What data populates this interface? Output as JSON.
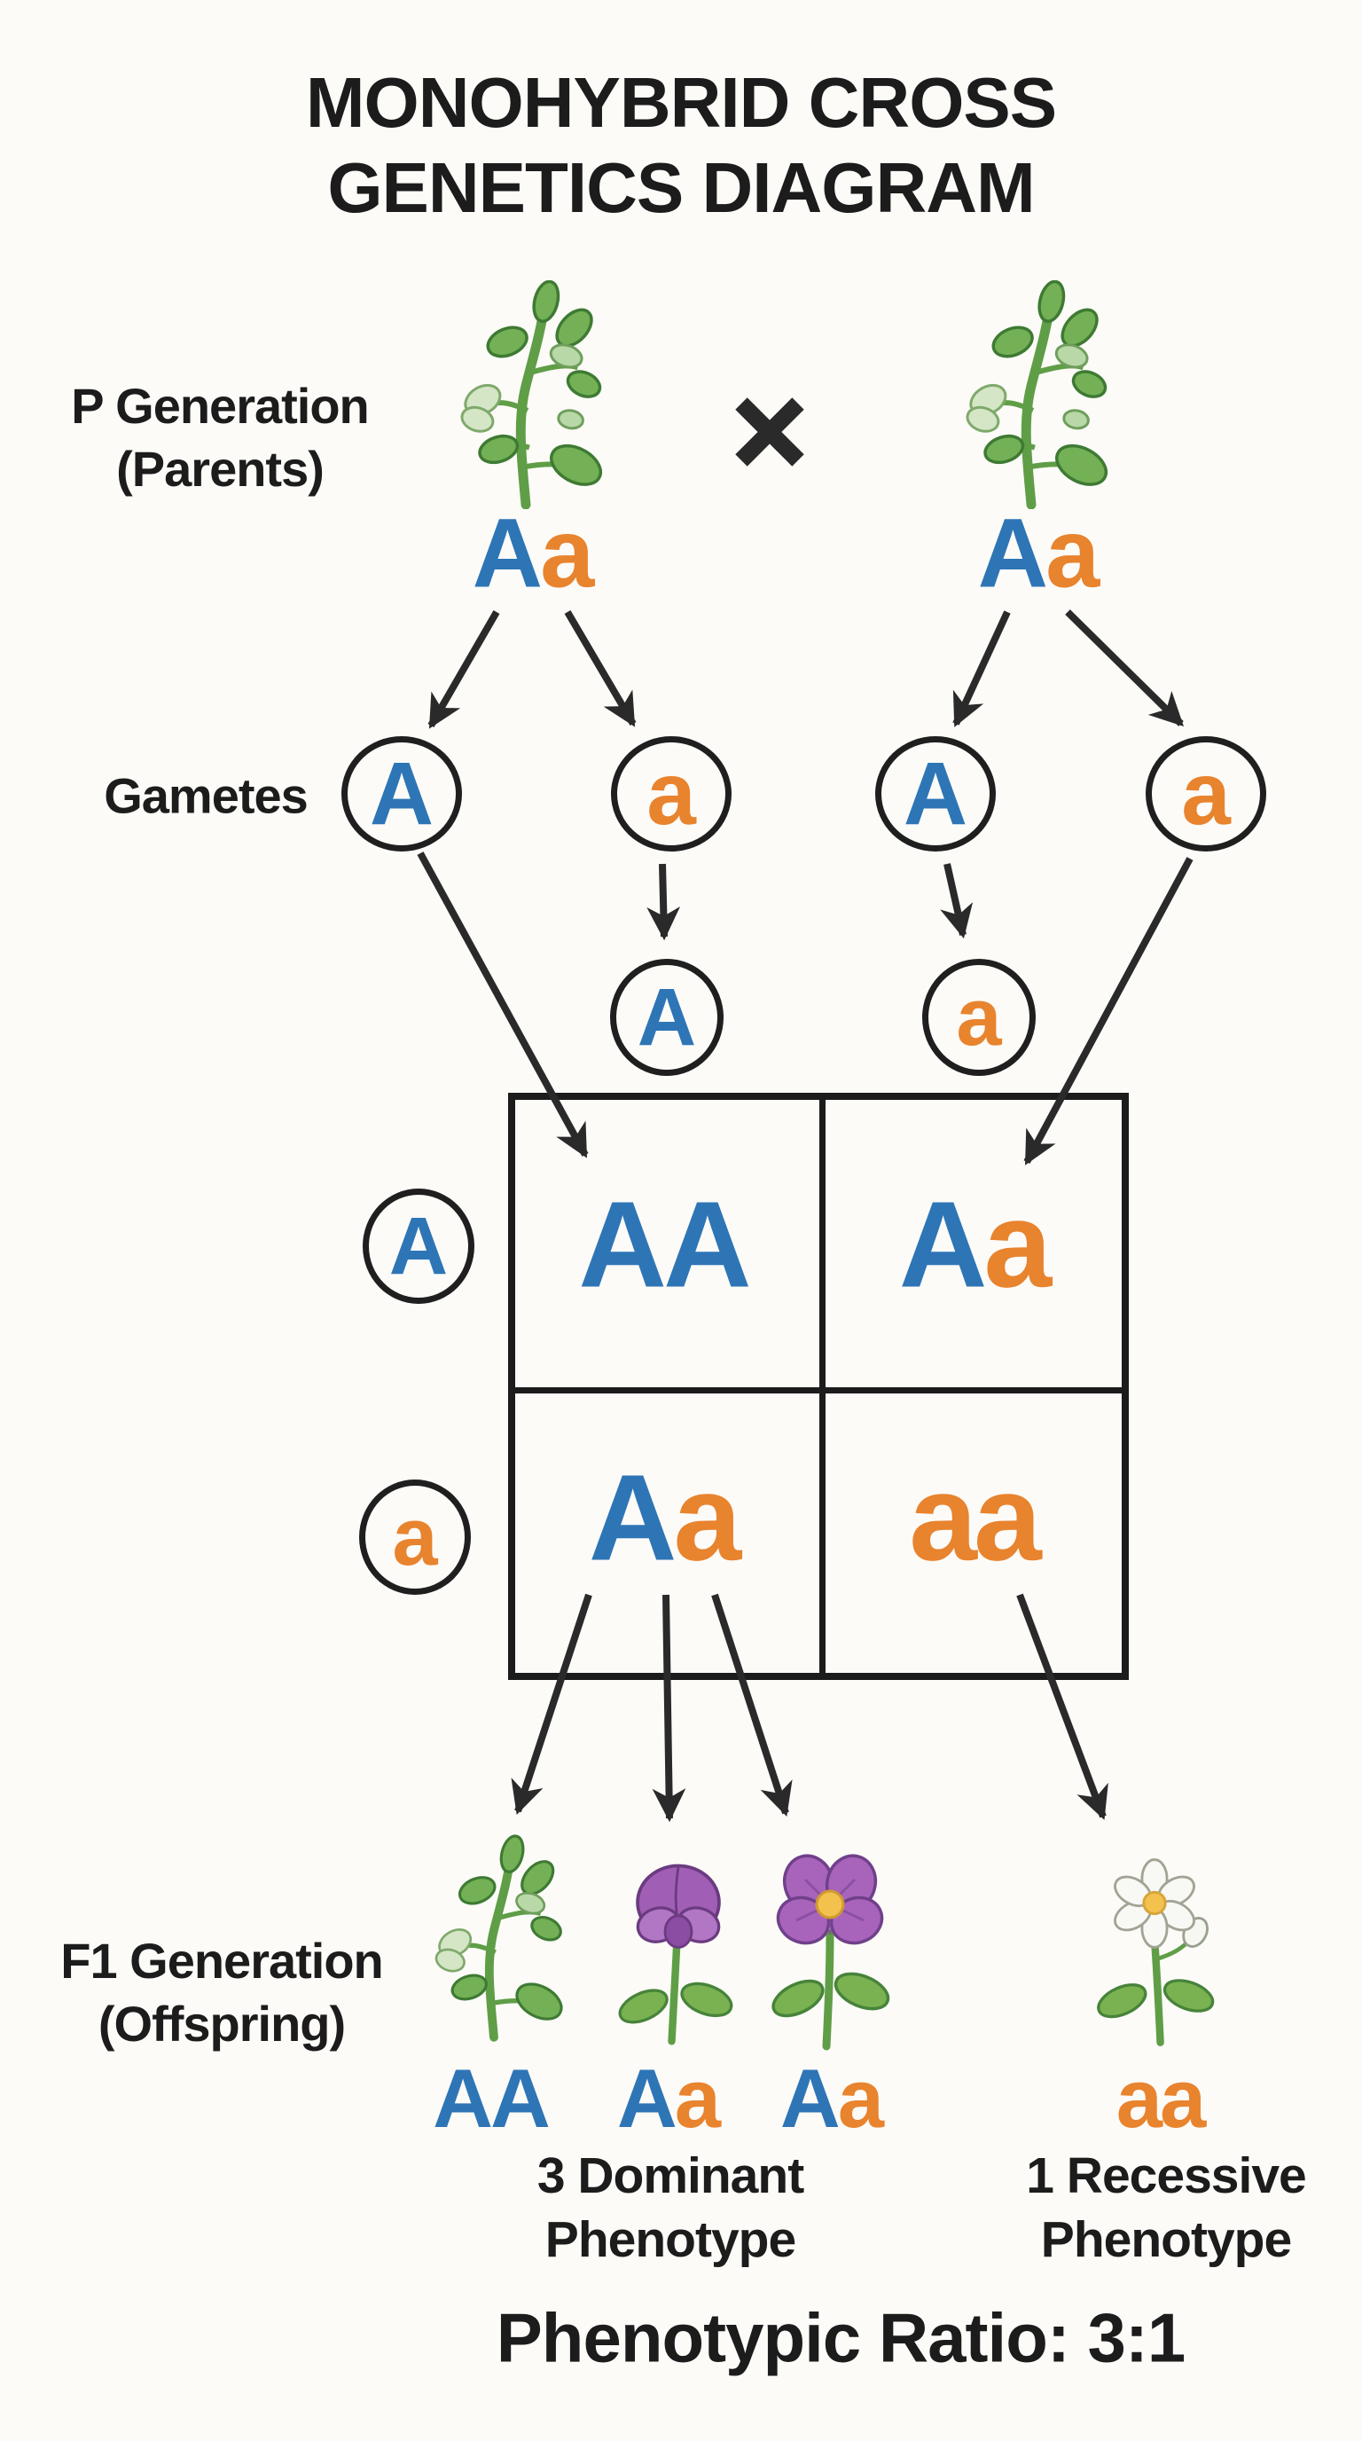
{
  "title": {
    "line1": "MONOHYBRID CROSS",
    "line2": "GENETICS DIAGRAM"
  },
  "colors": {
    "dominant": "#2e75b6",
    "recessive": "#e8832e",
    "ink": "#1c1c1c"
  },
  "p_generation": {
    "label_line1": "P Generation",
    "label_line2": "(Parents)",
    "cross_symbol": "cross",
    "left_parent_genotype": [
      {
        "ch": "A",
        "color": "#2e75b6"
      },
      {
        "ch": "a",
        "color": "#e8832e"
      }
    ],
    "right_parent_genotype": [
      {
        "ch": "A",
        "color": "#2e75b6"
      },
      {
        "ch": "a",
        "color": "#e8832e"
      }
    ]
  },
  "gametes": {
    "label": "Gametes",
    "circles": [
      {
        "letter": "A",
        "color": "#2e75b6"
      },
      {
        "letter": "a",
        "color": "#e8832e"
      },
      {
        "letter": "A",
        "color": "#2e75b6"
      },
      {
        "letter": "a",
        "color": "#e8832e"
      }
    ]
  },
  "punnett": {
    "column_headers": [
      {
        "letter": "A",
        "color": "#2e75b6"
      },
      {
        "letter": "a",
        "color": "#e8832e"
      }
    ],
    "row_headers": [
      {
        "letter": "A",
        "color": "#2e75b6"
      },
      {
        "letter": "a",
        "color": "#e8832e"
      }
    ],
    "cells": [
      {
        "name": "AA",
        "letters": [
          {
            "ch": "A",
            "color": "#2e75b6"
          },
          {
            "ch": "A",
            "color": "#2e75b6"
          }
        ]
      },
      {
        "name": "Aa",
        "letters": [
          {
            "ch": "A",
            "color": "#2e75b6"
          },
          {
            "ch": "a",
            "color": "#e8832e"
          }
        ]
      },
      {
        "name": "Aa",
        "letters": [
          {
            "ch": "A",
            "color": "#2e75b6"
          },
          {
            "ch": "a",
            "color": "#e8832e"
          }
        ]
      },
      {
        "name": "aa",
        "letters": [
          {
            "ch": "a",
            "color": "#e8832e"
          },
          {
            "ch": "a",
            "color": "#e8832e"
          }
        ]
      }
    ]
  },
  "f1_generation": {
    "label_line1": "F1 Generation",
    "label_line2": "(Offspring)",
    "offspring_genotypes": [
      {
        "letters": [
          {
            "ch": "A",
            "color": "#2e75b6"
          },
          {
            "ch": "A",
            "color": "#2e75b6"
          }
        ],
        "phenotype": "green pea plant"
      },
      {
        "letters": [
          {
            "ch": "A",
            "color": "#2e75b6"
          },
          {
            "ch": "a",
            "color": "#e8832e"
          }
        ],
        "phenotype": "purple sweet-pea flower"
      },
      {
        "letters": [
          {
            "ch": "A",
            "color": "#2e75b6"
          },
          {
            "ch": "a",
            "color": "#e8832e"
          }
        ],
        "phenotype": "purple violet flower"
      },
      {
        "letters": [
          {
            "ch": "a",
            "color": "#e8832e"
          },
          {
            "ch": "a",
            "color": "#e8832e"
          }
        ],
        "phenotype": "white flower"
      }
    ],
    "dominant_caption_line1": "3 Dominant",
    "dominant_caption_line2": "Phenotype",
    "recessive_caption_line1": "1 Recessive",
    "recessive_caption_line2": "Phenotype"
  },
  "ratio_caption": "Phenotypic Ratio: 3:1"
}
